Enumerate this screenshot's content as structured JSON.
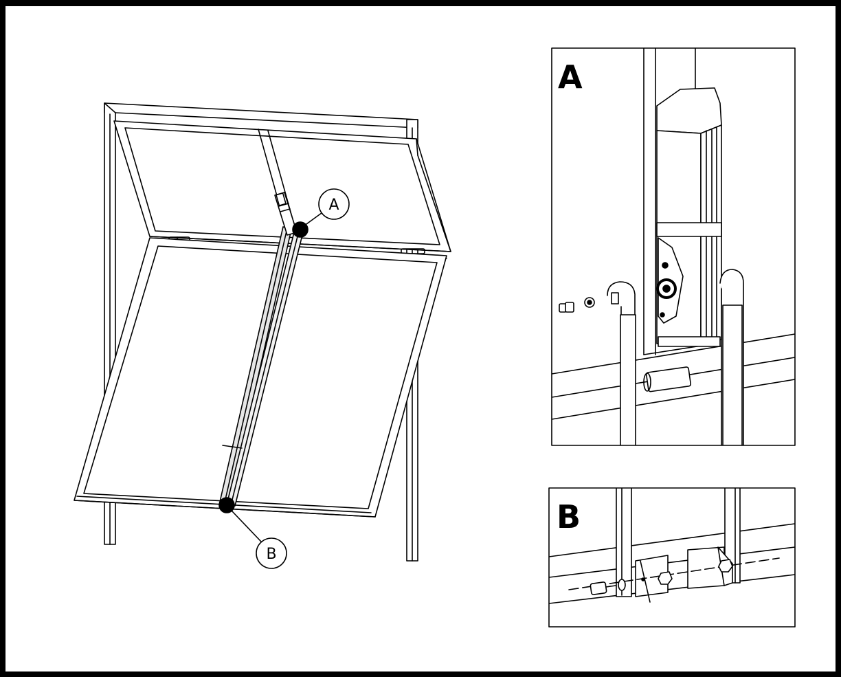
{
  "main_view": {
    "callout_a": "A",
    "callout_b": "B"
  },
  "detail_a": {
    "label": "A"
  },
  "detail_b": {
    "label": "B"
  },
  "colors": {
    "line": "#000000",
    "background": "#ffffff",
    "rod_fill": "#e6e6e6"
  }
}
